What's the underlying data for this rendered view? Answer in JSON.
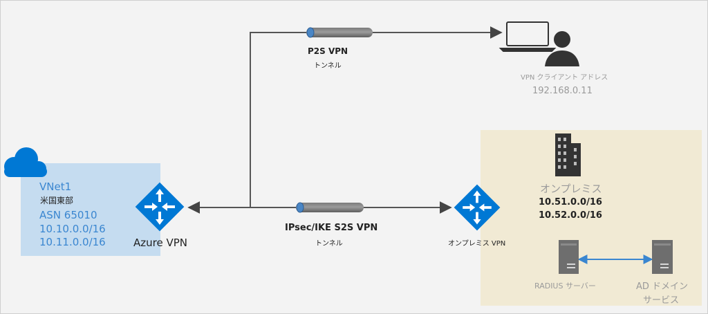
{
  "vnet": {
    "name": "VNet1",
    "region": "米国東部",
    "asn": "ASN 65010",
    "prefix1": "10.10.0.0/16",
    "prefix2": "10.11.0.0/16"
  },
  "azure_gateway": {
    "label": "Azure VPN"
  },
  "p2s": {
    "title": "P2S VPN",
    "subtitle": "トンネル"
  },
  "client": {
    "label": "VPN クライアント アドレス",
    "address": "192.168.0.11"
  },
  "s2s": {
    "title": "IPsec/IKE S2S VPN",
    "subtitle": "トンネル"
  },
  "onprem_gateway": {
    "label": "オンプレミス VPN"
  },
  "onprem": {
    "label": "オンプレミス",
    "prefix1": "10.51.0.0/16",
    "prefix2": "10.52.0.0/16"
  },
  "radius": {
    "label": "RADIUS サーバー"
  },
  "ad": {
    "label_line1": "AD ドメイン",
    "label_line2": "サービス"
  },
  "colors": {
    "azure_blue": "#0078d4",
    "connector": "#3a86d0",
    "line": "#555555",
    "vnet_panel": "#c5dcf0",
    "onprem_panel": "#f1ead4"
  }
}
